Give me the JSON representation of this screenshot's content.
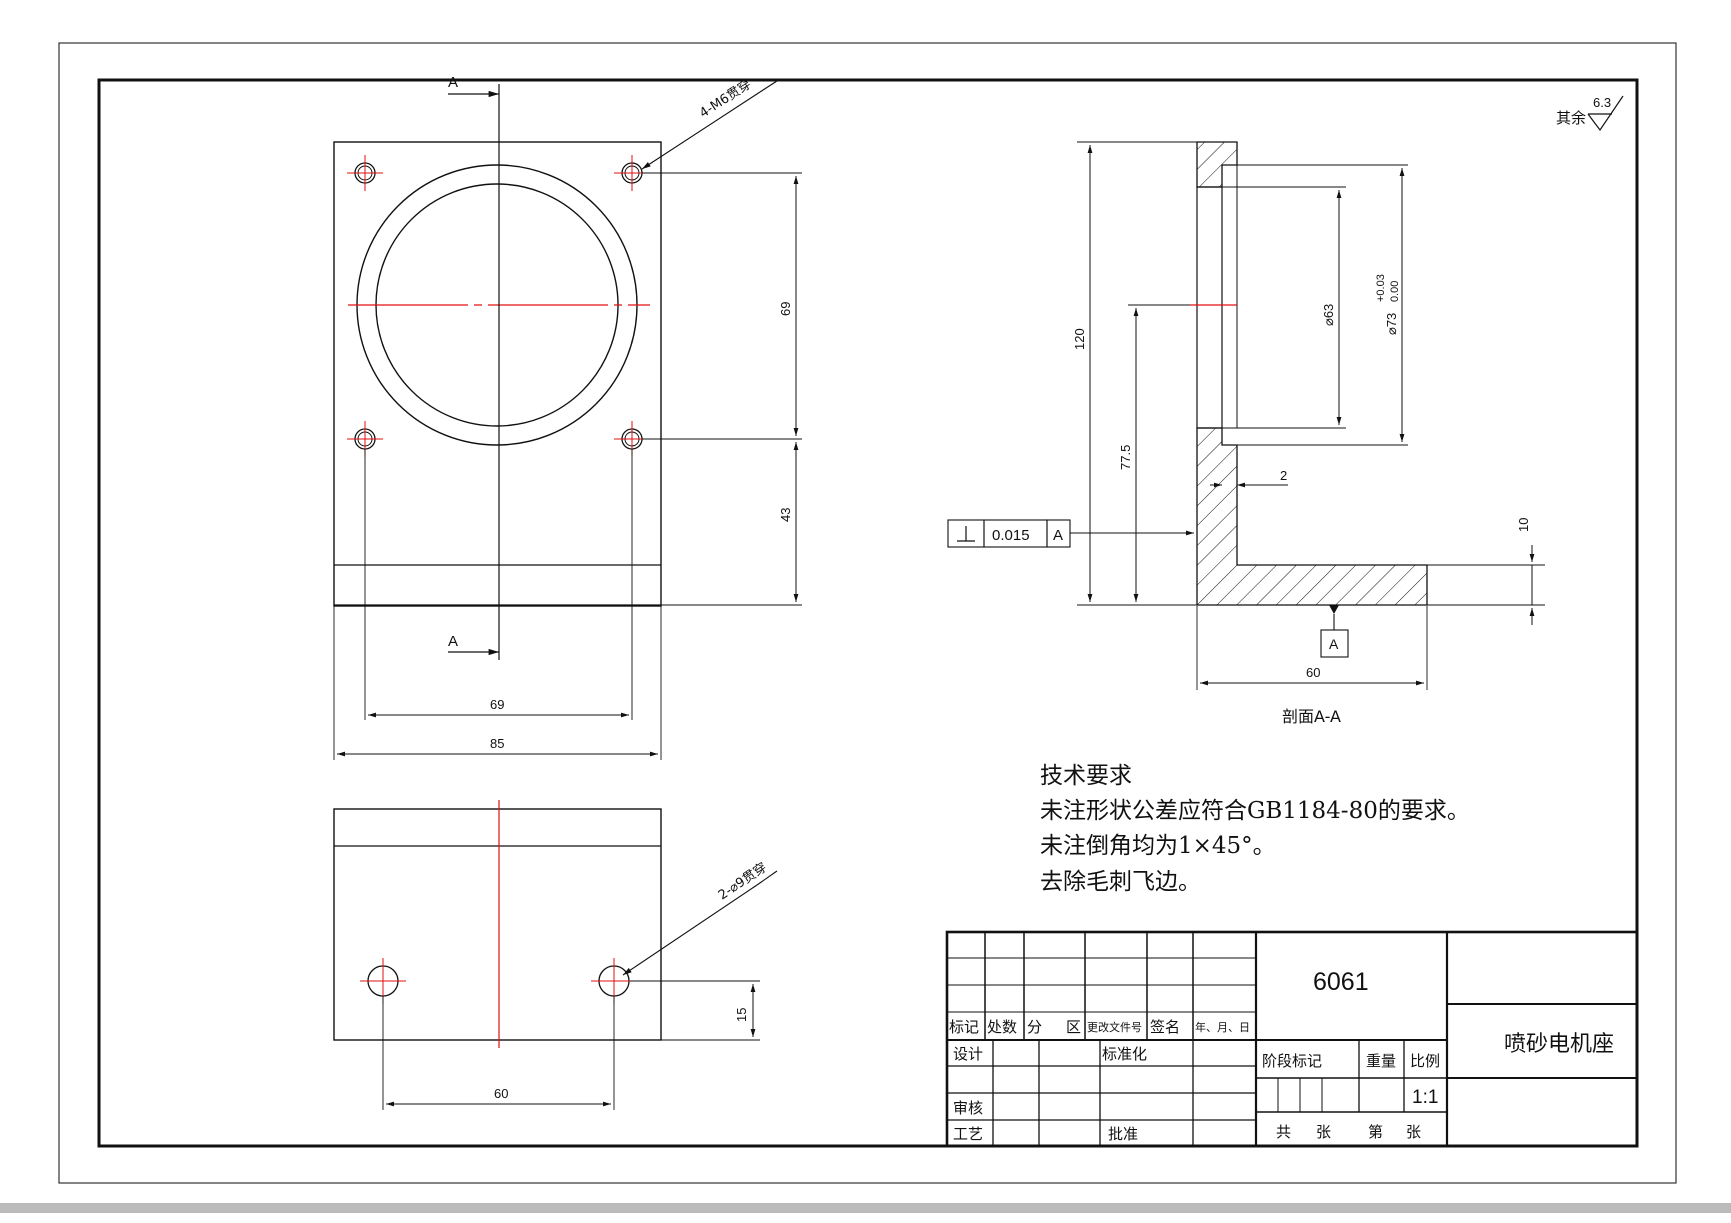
{
  "surface_note": "其余",
  "surface_roughness": "6.3",
  "front_view": {
    "hole_callout": "4-M6贯穿",
    "section_mark": "A",
    "dims": {
      "hole_spacing_v": "69",
      "lower_v": "43",
      "hole_spacing_h": "69",
      "width": "85"
    }
  },
  "bottom_view": {
    "hole_callout": "2-⌀9贯穿",
    "dims": {
      "hole_height": "15",
      "hole_spacing": "60"
    }
  },
  "section_view": {
    "title": "剖面A-A",
    "datum": "A",
    "tolerance": {
      "value": "0.015",
      "datum": "A"
    },
    "dims": {
      "height": "120",
      "center_height": "77.5",
      "inner_dia": "⌀63",
      "outer_dia_base": "⌀73",
      "outer_dia_upper": "+0.03",
      "outer_dia_lower": "0.00",
      "wall": "2",
      "base_thickness": "10",
      "base_length": "60"
    }
  },
  "tech_requirements": {
    "title": "技术要求",
    "lines": [
      "未注形状公差应符合GB1184-80的要求。",
      "未注倒角均为1×45°。",
      "去除毛刺飞边。"
    ]
  },
  "title_block": {
    "material": "6061",
    "part_name": "喷砂电机座",
    "headers": {
      "mark": "标记",
      "count": "处数",
      "zone_a": "分",
      "zone_b": "区",
      "doc": "更改文件号",
      "sign": "签名",
      "date": "年、月、日"
    },
    "design": "设计",
    "standard": "标准化",
    "review": "审核",
    "process": "工艺",
    "approve": "批准",
    "stage": "阶段标记",
    "weight": "重量",
    "scale_label": "比例",
    "scale": "1:1",
    "total": "共",
    "sheets": "张",
    "sheet_no": "第",
    "sheets2": "张"
  }
}
